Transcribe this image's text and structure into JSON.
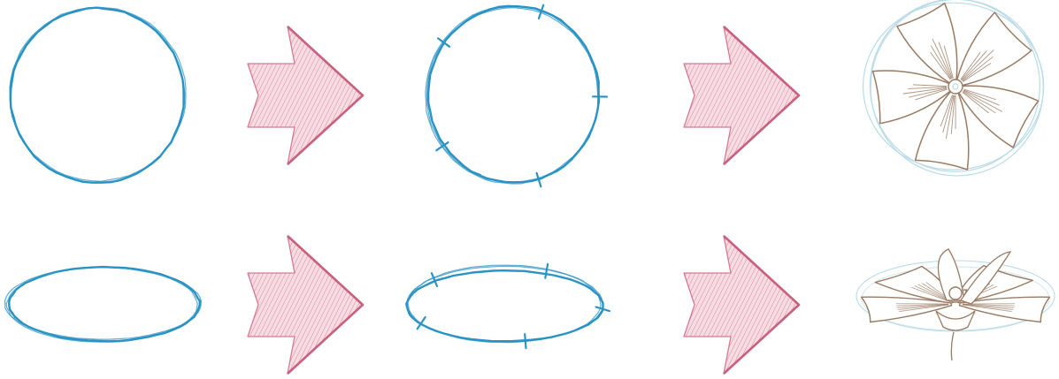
{
  "colors": {
    "circle": "#2a93c4",
    "arrow_fill": "#f3c9d4",
    "arrow_edge": "#c9607e",
    "flower": "#9a7a62",
    "guide": "#b9dbe8",
    "background": "#ffffff"
  },
  "rows": [
    {
      "id": "front-view",
      "steps": [
        {
          "kind": "shape",
          "icon": "circle-sketch-icon"
        },
        {
          "kind": "arrow",
          "icon": "arrow-right-icon"
        },
        {
          "kind": "shape",
          "icon": "circle-with-five-marks-icon",
          "marks": 5
        },
        {
          "kind": "arrow",
          "icon": "arrow-right-icon"
        },
        {
          "kind": "result",
          "icon": "five-petal-flower-top-view-icon",
          "petals": 5
        }
      ]
    },
    {
      "id": "side-view",
      "steps": [
        {
          "kind": "shape",
          "icon": "ellipse-sketch-icon"
        },
        {
          "kind": "arrow",
          "icon": "arrow-right-icon"
        },
        {
          "kind": "shape",
          "icon": "ellipse-with-five-marks-icon",
          "marks": 5
        },
        {
          "kind": "arrow",
          "icon": "arrow-right-icon"
        },
        {
          "kind": "result",
          "icon": "five-petal-flower-side-view-icon",
          "petals": 5
        }
      ]
    }
  ]
}
